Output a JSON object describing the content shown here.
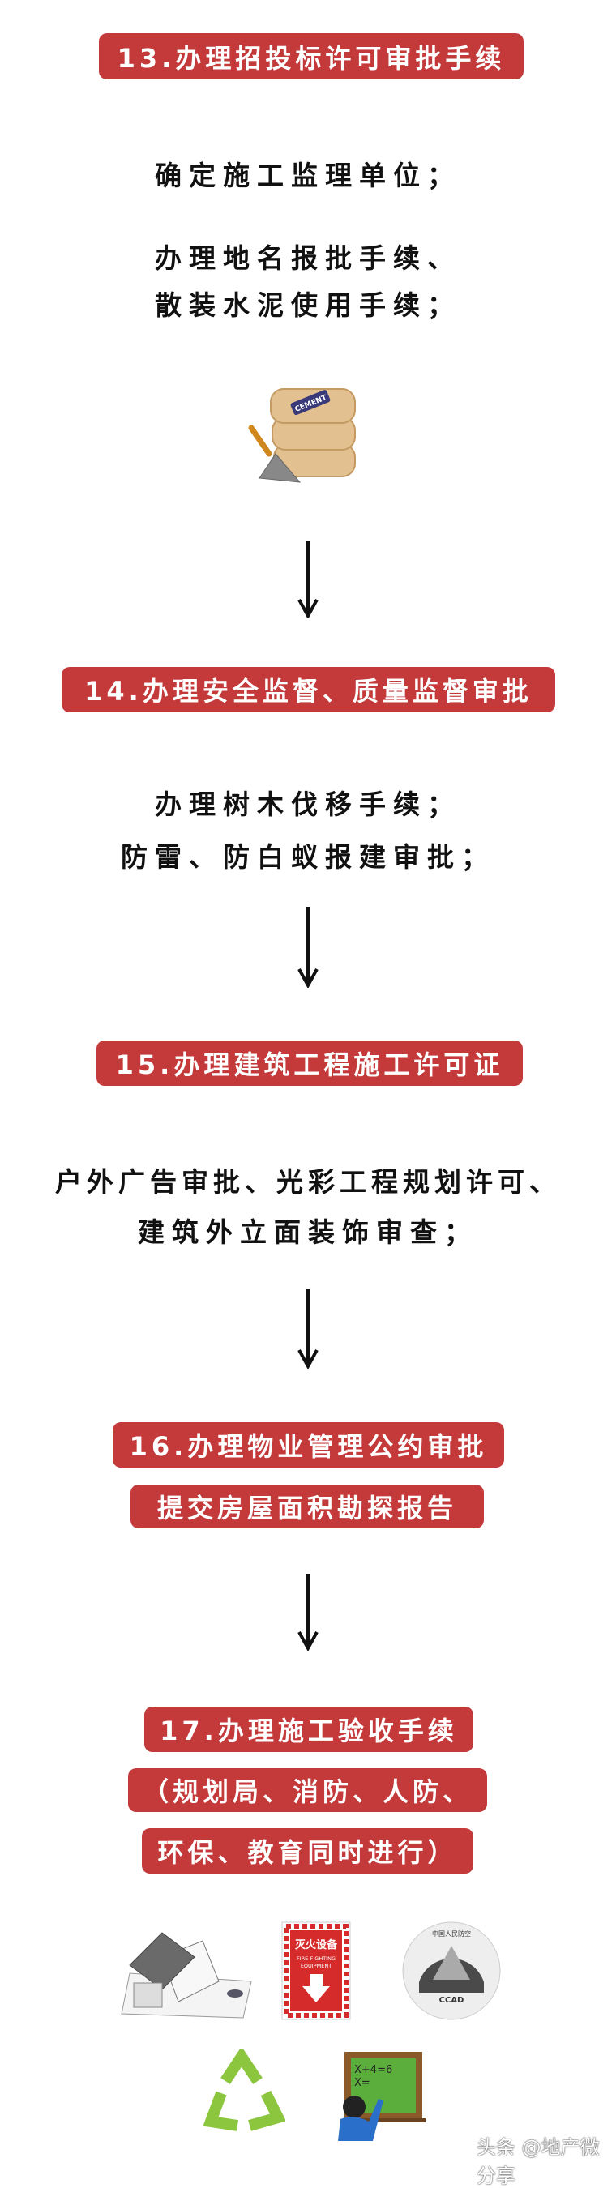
{
  "steps": [
    {
      "title": "13.办理招投标许可审批手续",
      "lines": [
        "确定施工监理单位；",
        "办理地名报批手续、",
        "散装水泥使用手续；"
      ]
    },
    {
      "title": "14.办理安全监督、质量监督审批",
      "lines": [
        "办理树木伐移手续；",
        "防雷、防白蚁报建审批；"
      ]
    },
    {
      "title": "15.办理建筑工程施工许可证",
      "lines": [
        "户外广告审批、光彩工程规划许可、",
        "建筑外立面装饰审查；"
      ]
    },
    {
      "title": "16.办理物业管理公约审批",
      "subtitle": "提交房屋面积勘探报告"
    },
    {
      "title": "17.办理施工验收手续",
      "subtitles": [
        "（规划局、消防、人防、",
        "环保、教育同时进行）"
      ]
    }
  ],
  "images": {
    "cement_label": "CEMENT",
    "fire_sign_cn": "灭火设备",
    "fire_sign_en1": "FIRE-FIGHTING",
    "fire_sign_en2": "EQUIPMENT",
    "ccad_label": "CCAD",
    "ccad_ring": "中国人民防空",
    "blackboard_text1": "X+4=6",
    "blackboard_text2": "X="
  },
  "watermark": "头条 @地产微分享",
  "colors": {
    "accent": "#c4393a",
    "recycle": "#8cc63f"
  }
}
